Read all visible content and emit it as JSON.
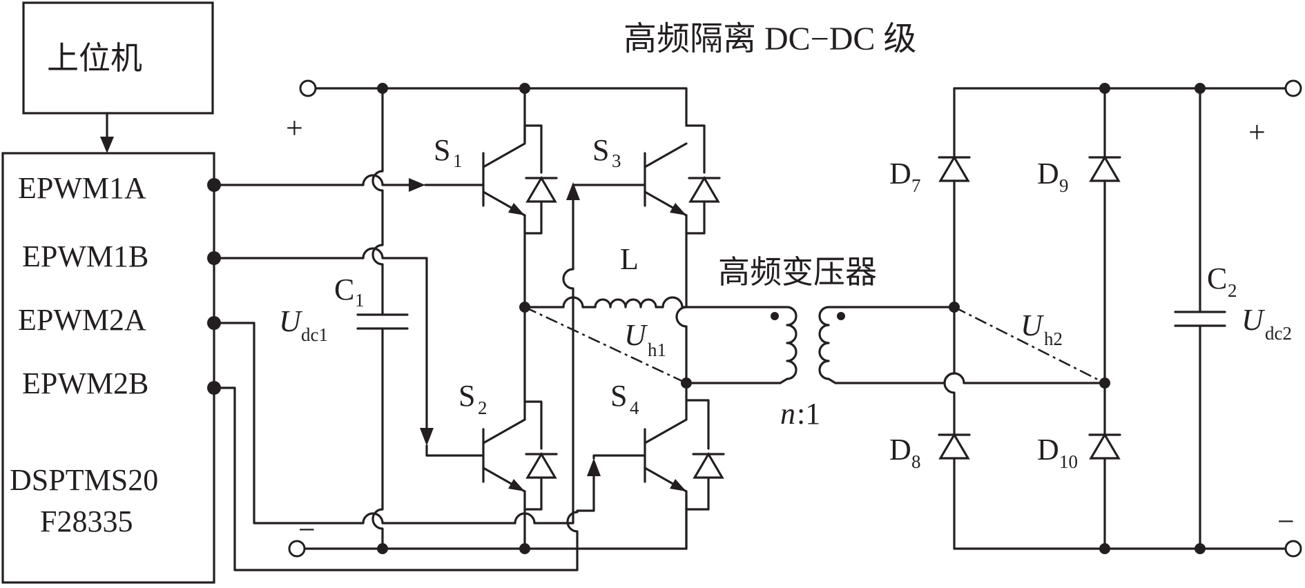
{
  "title": "高频隔离 DC−DC 级",
  "host_pc": "上位机",
  "controller": {
    "pins": [
      "EPWM1A",
      "EPWM1B",
      "EPWM2A",
      "EPWM2B"
    ],
    "name_line1": "DSPTMS20",
    "name_line2": "F28335"
  },
  "components": {
    "C1": {
      "letter": "C",
      "sub": "1"
    },
    "C2": {
      "letter": "C",
      "sub": "2"
    },
    "L": "L",
    "S1": {
      "letter": "S",
      "sub": "1"
    },
    "S2": {
      "letter": "S",
      "sub": "2"
    },
    "S3": {
      "letter": "S",
      "sub": "3"
    },
    "S4": {
      "letter": "S",
      "sub": "4"
    },
    "D7": {
      "letter": "D",
      "sub": "7"
    },
    "D8": {
      "letter": "D",
      "sub": "8"
    },
    "D9": {
      "letter": "D",
      "sub": "9"
    },
    "D10": {
      "letter": "D",
      "sub": "10"
    }
  },
  "voltages": {
    "Udc1": {
      "letter": "U",
      "sub": "dc1"
    },
    "Udc2": {
      "letter": "U",
      "sub": "dc2"
    },
    "Uh1": {
      "letter": "U",
      "sub": "h1"
    },
    "Uh2": {
      "letter": "U",
      "sub": "h2"
    }
  },
  "transformer": {
    "label": "高频变压器",
    "ratio_n": "n",
    "ratio_rest": ":1"
  },
  "polarity": {
    "plus": "+",
    "minus": "−"
  }
}
